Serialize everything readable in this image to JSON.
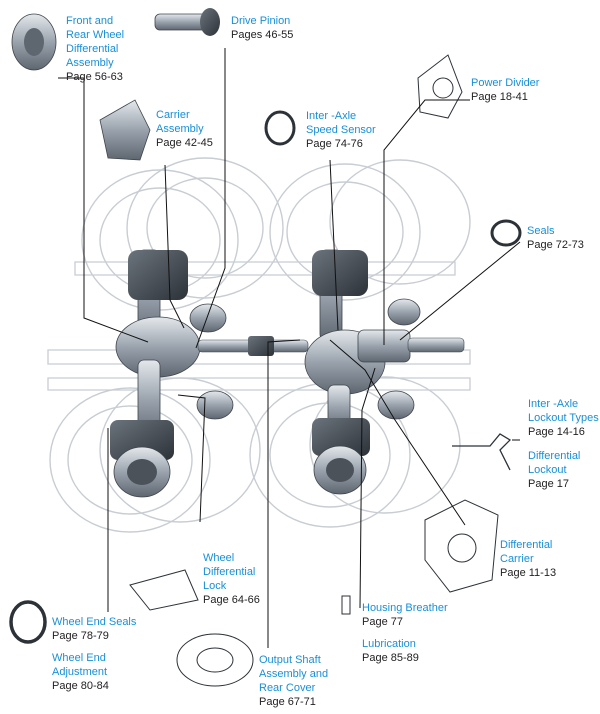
{
  "colors": {
    "title": "#1a8fd6",
    "page": "#222222",
    "leader": "#111111",
    "ghost": "#c8cdd3",
    "metal": "#9aa3ad"
  },
  "callouts": {
    "front_rear_diff": {
      "title": "Front and\nRear Wheel\nDifferential\nAssembly",
      "page": "Page 56-63"
    },
    "drive_pinion": {
      "title": "Drive Pinion",
      "page": "Pages 46-55"
    },
    "carrier_assembly": {
      "title": "Carrier\nAssembly",
      "page": "Page 42-45"
    },
    "power_divider": {
      "title": "Power Divider",
      "page": "Page 18-41"
    },
    "speed_sensor": {
      "title": "Inter -Axle\nSpeed Sensor",
      "page": "Page 74-76"
    },
    "seals": {
      "title": "Seals",
      "page": "Page 72-73"
    },
    "lockout_types": {
      "title": "Inter -Axle\nLockout Types",
      "page": "Page 14-16"
    },
    "diff_lockout": {
      "title": "Differential\nLockout",
      "page": "Page 17"
    },
    "diff_carrier": {
      "title": "Differential\nCarrier",
      "page": "Page 11-13"
    },
    "wheel_diff_lock": {
      "title": "Wheel\nDifferential\nLock",
      "page": "Page 64-66"
    },
    "housing_breather": {
      "title": "Housing Breather",
      "page": "Page 77"
    },
    "lubrication": {
      "title": "Lubrication",
      "page": "Page 85-89"
    },
    "wheel_end_seals": {
      "title": "Wheel End Seals",
      "page": "Page 78-79"
    },
    "wheel_end_adjust": {
      "title": "Wheel End\nAdjustment",
      "page": "Page 80-84"
    },
    "output_shaft": {
      "title": "Output Shaft\nAssembly and\nRear Cover",
      "page": "Page 67-71"
    }
  }
}
